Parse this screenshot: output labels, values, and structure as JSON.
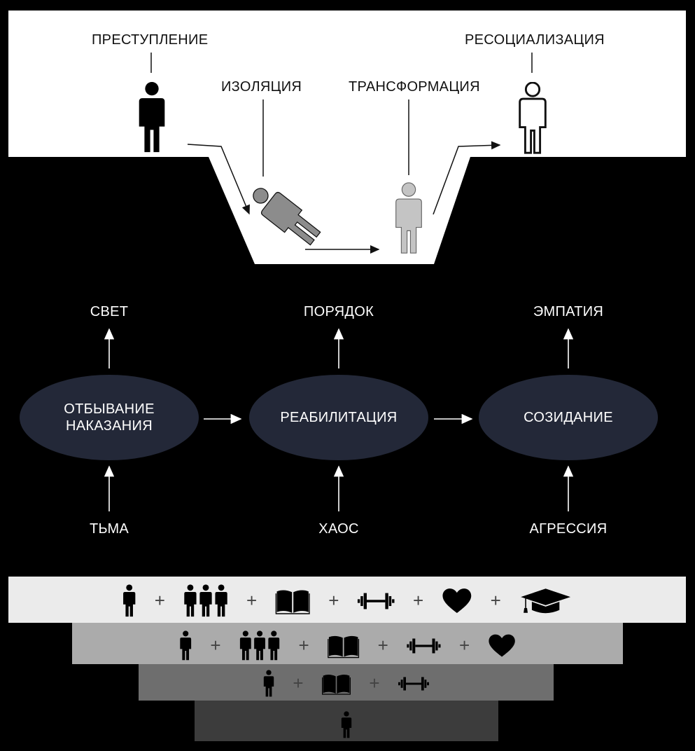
{
  "top": {
    "labels": {
      "crime": "ПРЕСТУПЛЕНИЕ",
      "isolation": "ИЗОЛЯЦИЯ",
      "transformation": "ТРАНСФОРМАЦИЯ",
      "resocialization": "РЕСОЦИАЛИЗАЦИЯ"
    }
  },
  "middle": {
    "stages": [
      {
        "name": "ОТБЫВАНИЕ\nНАКАЗАНИЯ",
        "above": "СВЕТ",
        "below": "ТЬМА"
      },
      {
        "name": "РЕАБИЛИТАЦИЯ",
        "above": "ПОРЯДОК",
        "below": "ХАОС"
      },
      {
        "name": "СОЗИДАНИЕ",
        "above": "ЭМПАТИЯ",
        "below": "АГРЕССИЯ"
      }
    ]
  },
  "pyramid": {
    "plus": "+",
    "levels": [
      {
        "color": "#ebebeb",
        "icons": [
          "person-icon",
          "group-icon",
          "book-icon",
          "dumbbell-icon",
          "heart-icon",
          "graduation-cap-icon"
        ]
      },
      {
        "color": "#ababab",
        "icons": [
          "person-icon",
          "group-icon",
          "book-icon",
          "dumbbell-icon",
          "heart-icon"
        ]
      },
      {
        "color": "#6e6e6e",
        "icons": [
          "person-icon",
          "book-icon",
          "dumbbell-icon"
        ]
      },
      {
        "color": "#3c3c3c",
        "icons": [
          "person-icon"
        ]
      }
    ]
  },
  "colors": {
    "background": "#000000",
    "panel": "#ffffff",
    "node": "#232838",
    "figure_gray": "#c4c4c4",
    "figure_dark_gray": "#8c8c8c"
  }
}
